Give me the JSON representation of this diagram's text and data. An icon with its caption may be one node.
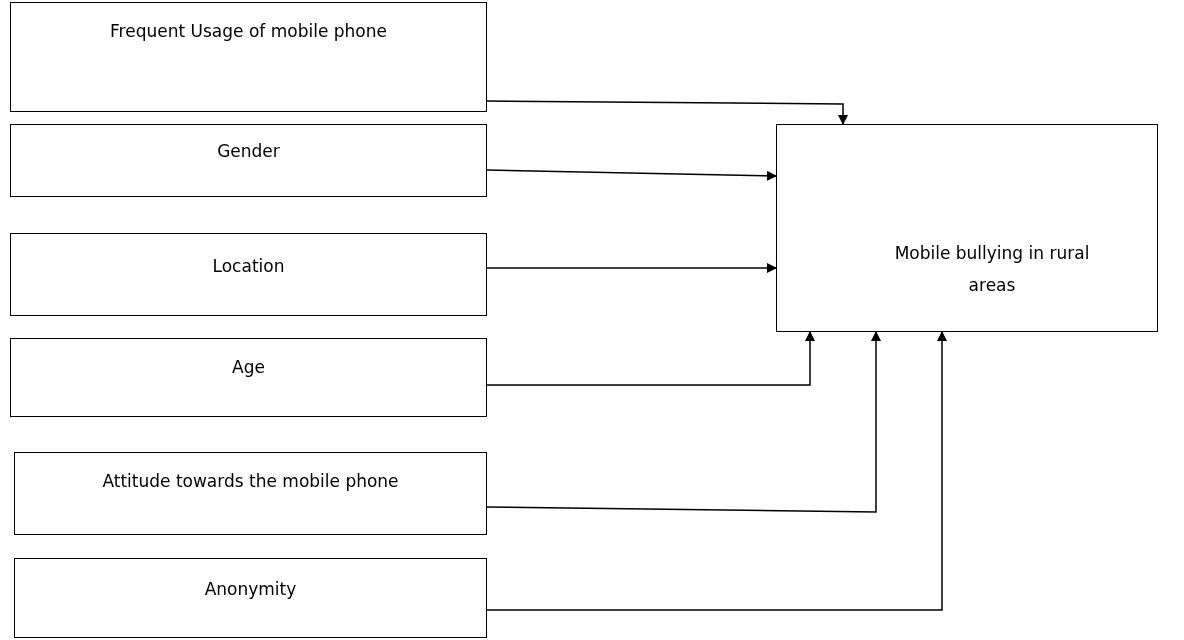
{
  "diagram": {
    "nodes": [
      {
        "text": [
          "Frequent Usage of mobile phone"
        ]
      },
      {
        "text": [
          "Gender"
        ]
      },
      {
        "text": [
          "Location"
        ]
      },
      {
        "text": [
          "Age"
        ]
      },
      {
        "text": [
          "Attitude towards the mobile phone"
        ]
      },
      {
        "text": [
          "Anonymity"
        ]
      },
      {
        "text": [
          "Mobile bullying in rural areas"
        ]
      }
    ],
    "edges": [
      {
        "from": 0,
        "to": 6,
        "arrow": "to"
      },
      {
        "from": 1,
        "to": 6,
        "arrow": "to"
      },
      {
        "from": 2,
        "to": 6,
        "arrow": "to"
      },
      {
        "from": 3,
        "to": 6,
        "arrow": "to"
      },
      {
        "from": 4,
        "to": 6,
        "arrow": "to"
      },
      {
        "from": 5,
        "to": 6,
        "arrow": "to"
      }
    ]
  }
}
